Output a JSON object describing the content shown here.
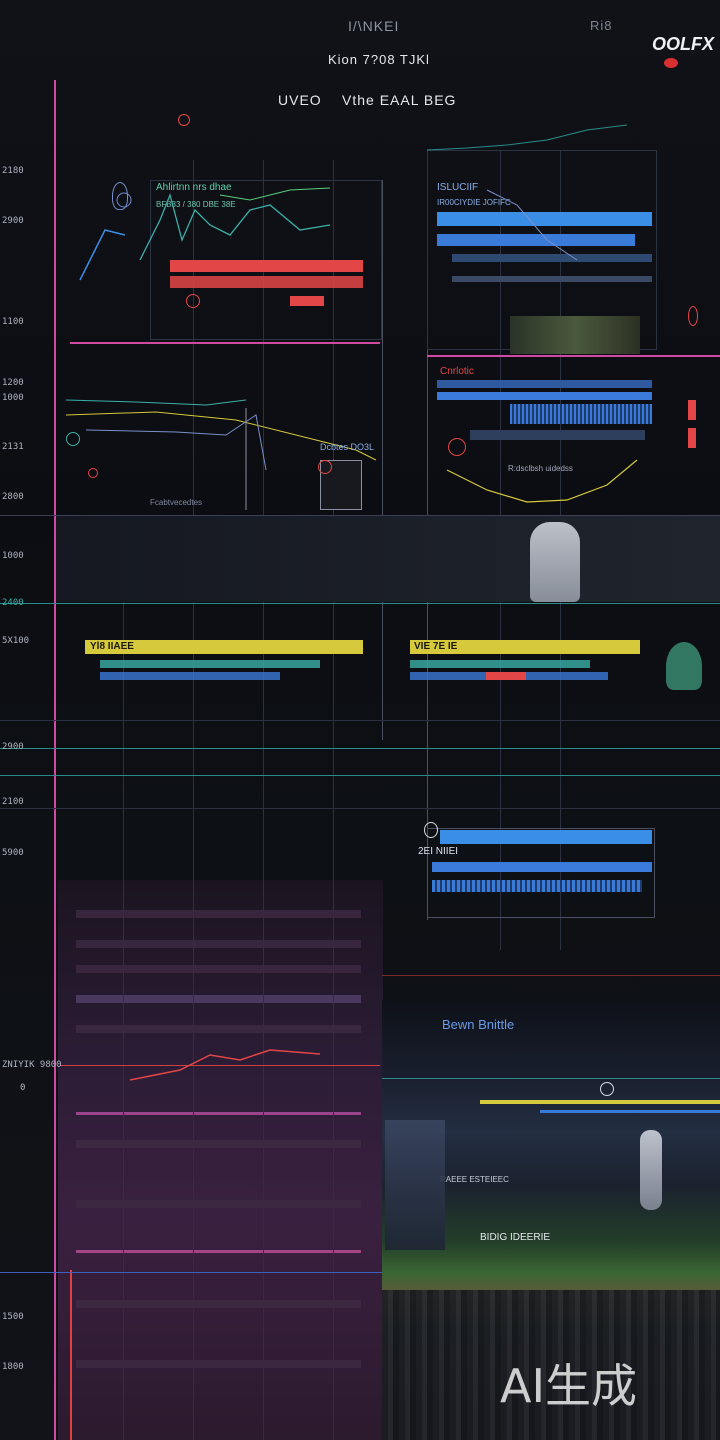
{
  "header": {
    "top": "I/\\NKEI",
    "subtitle": "Kion  7?08    TJKl",
    "nav_left": "UVEO",
    "nav_mid": "Vthe  EAAL  BEG",
    "corner_right": "Ri8",
    "logo": "OOLFX"
  },
  "axis_labels": [
    "2180",
    "2900",
    "1100",
    "1200",
    "1000",
    "2131",
    "2800",
    "1000",
    "2400",
    "5X100",
    "2900",
    "2100",
    "5900",
    "ZNIYIK 9800",
    "0",
    "1500",
    "1800"
  ],
  "panels": {
    "top_left": {
      "label": "Ahlirtnn nrs dhae",
      "small": "BFB33 / 380 DBE 38E"
    },
    "top_right": {
      "label": "ISLUCIIF",
      "small": "IR00CIYDIE JOFIFC"
    },
    "mid_left": {
      "label": "Dcbtes DO3L",
      "small": "Fcabtvecedtes"
    },
    "mid_right": {
      "label": "Cnrlotic",
      "small": "R:dsclbsh uidedss"
    },
    "yellow_left": "Yl8 IIAEE",
    "yellow_right": "VIE 7E IE",
    "blue_lower": "2EI NIIEI",
    "stadium_label": "Bewn Bnittle",
    "stadium_small": "RAEEE ESTEIEEC",
    "field_text": "BIDIG IDEERIE"
  },
  "watermark": "AI生成",
  "colors": {
    "accent_blue": "#3a8ee6",
    "accent_red": "#e24646",
    "accent_yellow": "#d6c93c",
    "accent_pink": "#d24aa8",
    "accent_teal": "#36b8b0"
  }
}
